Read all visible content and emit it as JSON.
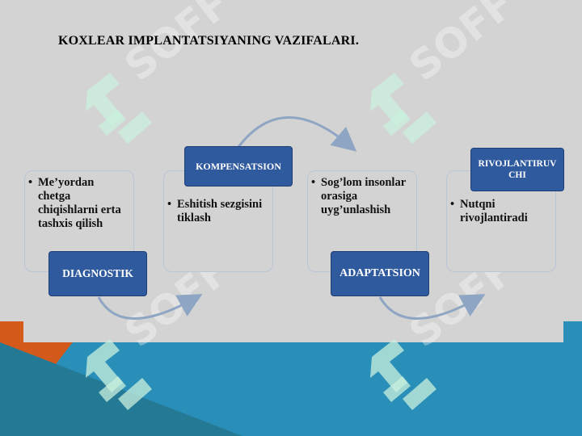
{
  "title": "KOXLEAR IMPLANTATSIYANING VAZIFALARI.",
  "steps": [
    {
      "tag": "DIAGNOSTIK",
      "text_lines": [
        "Me’yordan",
        "chetga",
        "chiqishlarni erta",
        "tashxis qilish"
      ]
    },
    {
      "tag": "KOMPENSATSION",
      "text_lines": [
        "Eshitish sezgisini",
        "tiklash"
      ]
    },
    {
      "tag": "ADAPTATSION",
      "text_lines": [
        "Sog’lom insonlar",
        "orasiga",
        "uyg’unlashish"
      ]
    },
    {
      "tag": "RIVOJLANTIRUV\nCHI",
      "tag_lines": [
        "RIVOJLANTIRUV",
        "CHI"
      ],
      "text_lines": [
        "Nutqni",
        "rivojlantiradi"
      ]
    }
  ],
  "bullet": "•",
  "watermark": {
    "text": "SOFF",
    "logo": "sof-logo-icon"
  },
  "colors": {
    "background": "#d3d3d3",
    "tag_fill": "#2f5a9e",
    "arrow": "#8ea6c4",
    "band_blue": "#2a8fb8",
    "band_orange": "#d45a1c"
  }
}
